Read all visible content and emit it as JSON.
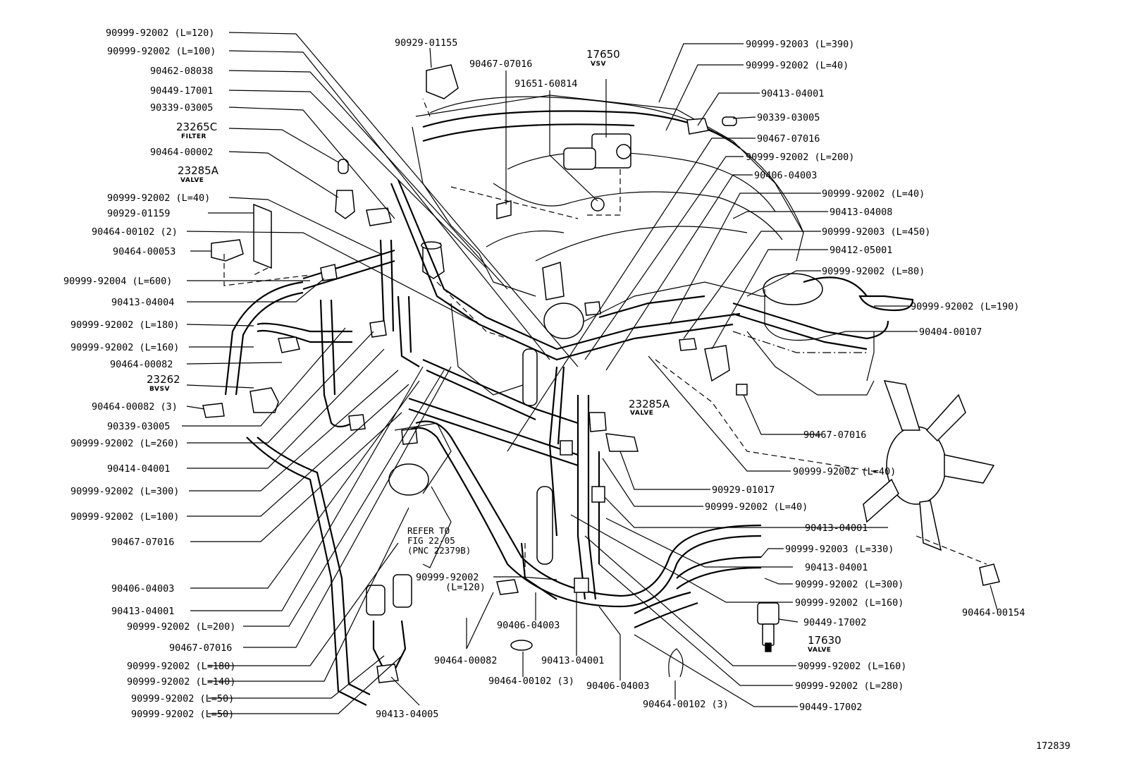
{
  "diagram_id": "172839",
  "labels": {
    "l_120": "90999-92002 (L=120)",
    "l_100a": "90999-92002 (L=100)",
    "p90462": "90462-08038",
    "p90449a": "90449-17001",
    "p90339a": "90339-03005",
    "p23265c": "23265C",
    "filter": "FILTER",
    "p90464_2a": "90464-00002",
    "p23285a": "23285A",
    "valve": "VALVE",
    "l_40a": "90999-92002 (L=40)",
    "p90929_59": "90929-01159",
    "p90464_102_2": "90464-00102 (2)",
    "p90464_53": "90464-00053",
    "l_600": "90999-92004 (L=600)",
    "p90413_04": "90413-04004",
    "l_180a": "90999-92002 (L=180)",
    "l_160a": "90999-92002 (L=160)",
    "p90464_82a": "90464-00082",
    "p23262": "23262",
    "bvsv": "BVSV",
    "p90464_82_3": "90464-00082 (3)",
    "p90339b": "90339-03005",
    "l_260": "90999-92002 (L=260)",
    "p90414": "90414-04001",
    "l_300a": "90999-92002 (L=300)",
    "l_100b": "90999-92002 (L=100)",
    "p90467a": "90467-07016",
    "p90406a": "90406-04003",
    "p90413_01a": "90413-04001",
    "l_200a": "90999-92002 (L=200)",
    "p90467b": "90467-07016",
    "l_180b": "90999-92002 (L=180)",
    "l_140": "90999-92002 (L=140)",
    "l_50a": "90999-92002 (L=50)",
    "l_50b": "90999-92002 (L=50)",
    "p90413_05": "90413-04005",
    "p90929_55": "90929-01155",
    "p90467c": "90467-07016",
    "p17650": "17650",
    "vsv": "VSV",
    "p91651": "91651-60814",
    "l_390": "90999-92003 (L=390)",
    "l_40b": "90999-92002 (L=40)",
    "p90413_01b": "90413-04001",
    "p90339c": "90339-03005",
    "p90467d": "90467-07016",
    "l_200b": "90999-92002 (L=200)",
    "p90406b": "90406-04003",
    "l_40c": "90999-92002 (L=40)",
    "p90413_08": "90413-04008",
    "l_450": "90999-92003 (L=450)",
    "p90412": "90412-05001",
    "l_80": "90999-92002 (L=80)",
    "l_190": "90999-92002 (L=190)",
    "p90404": "90404-00107",
    "p23285a_b": "23285A",
    "valve_b": "VALVE",
    "p90467e": "90467-07016",
    "l_40d": "90999-92002 (L=40)",
    "p90929_17": "90929-01017",
    "l_40e": "90999-92002 (L=40)",
    "p90413_01c": "90413-04001",
    "l_330": "90999-92003 (L=330)",
    "p90413_01d": "90413-04001",
    "l_300b": "90999-92002 (L=300)",
    "l_160b": "90999-92002 (L=160)",
    "p90449b": "90449-17002",
    "p17630": "17630",
    "valve_c": "VALVE",
    "l_160c": "90999-92002 (L=160)",
    "l_280": "90999-92002 (L=280)",
    "p90449c": "90449-17002",
    "p90464_154": "90464-00154",
    "refer1": "REFER TO",
    "refer2": "FIG 22-05",
    "refer3": "(PNC 22379B)",
    "l_120b": "90999-92002",
    "l_120b2": "(L=120)",
    "p90464_82b": "90464-00082",
    "p90406c": "90406-04003",
    "p90413_01e": "90413-04001",
    "p90464_102_3a": "90464-00102 (3)",
    "p90406d": "90406-04003",
    "p90464_102_3b": "90464-00102 (3)"
  }
}
